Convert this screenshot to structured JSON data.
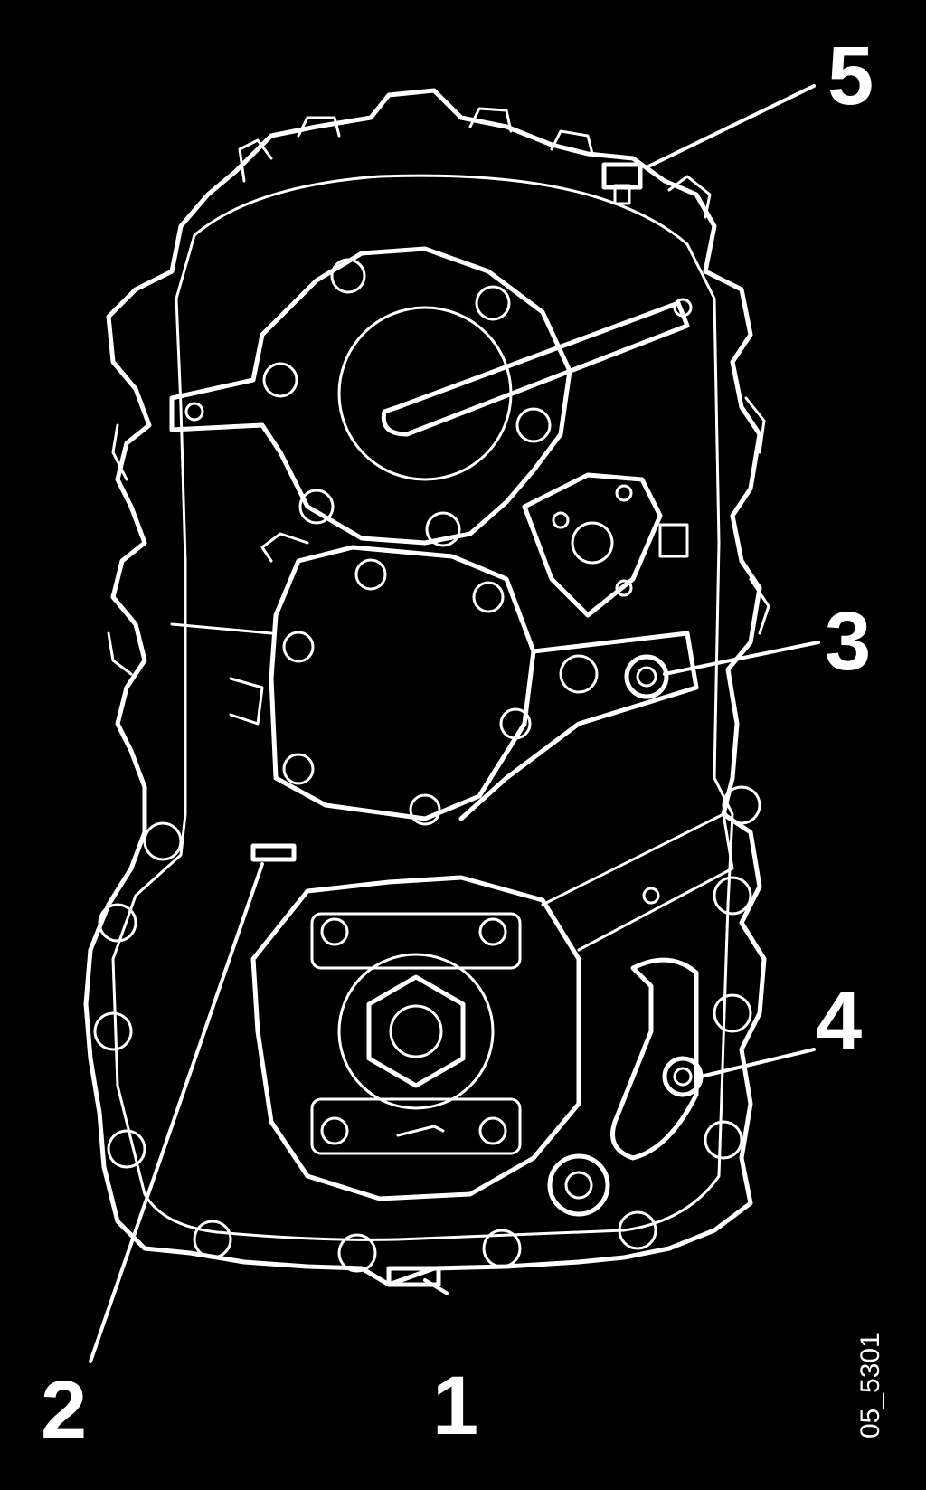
{
  "diagram": {
    "callouts": [
      {
        "id": "1",
        "label": "1"
      },
      {
        "id": "2",
        "label": "2"
      },
      {
        "id": "3",
        "label": "3"
      },
      {
        "id": "4",
        "label": "4"
      },
      {
        "id": "5",
        "label": "5"
      }
    ],
    "figure_id": "05_5301",
    "colors": {
      "background": "#000000",
      "lines": "#ffffff"
    }
  }
}
